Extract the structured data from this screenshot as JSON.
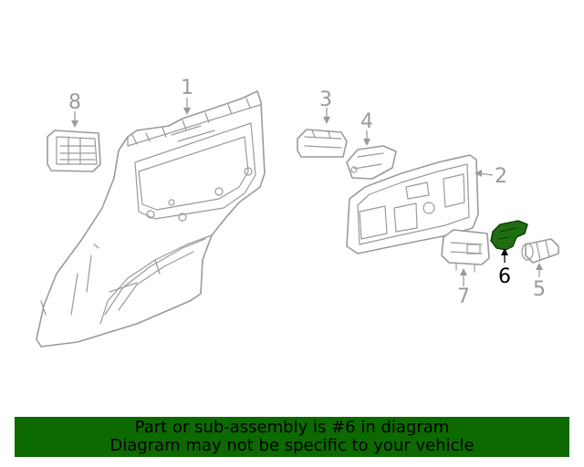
{
  "diagram": {
    "callouts": [
      {
        "id": "1",
        "label": "1",
        "highlight": false
      },
      {
        "id": "2",
        "label": "2",
        "highlight": false
      },
      {
        "id": "3",
        "label": "3",
        "highlight": false
      },
      {
        "id": "4",
        "label": "4",
        "highlight": false
      },
      {
        "id": "5",
        "label": "5",
        "highlight": false
      },
      {
        "id": "6",
        "label": "6",
        "highlight": true
      },
      {
        "id": "7",
        "label": "7",
        "highlight": false
      },
      {
        "id": "8",
        "label": "8",
        "highlight": false
      }
    ],
    "colors": {
      "line_art": "#9a9a9a",
      "highlight_part": "#1f6e12",
      "banner_background": "#0c6a00"
    }
  },
  "banner": {
    "line1": "Part or sub-assembly is #6 in diagram",
    "line2": "Diagram may not be specific to your vehicle"
  }
}
